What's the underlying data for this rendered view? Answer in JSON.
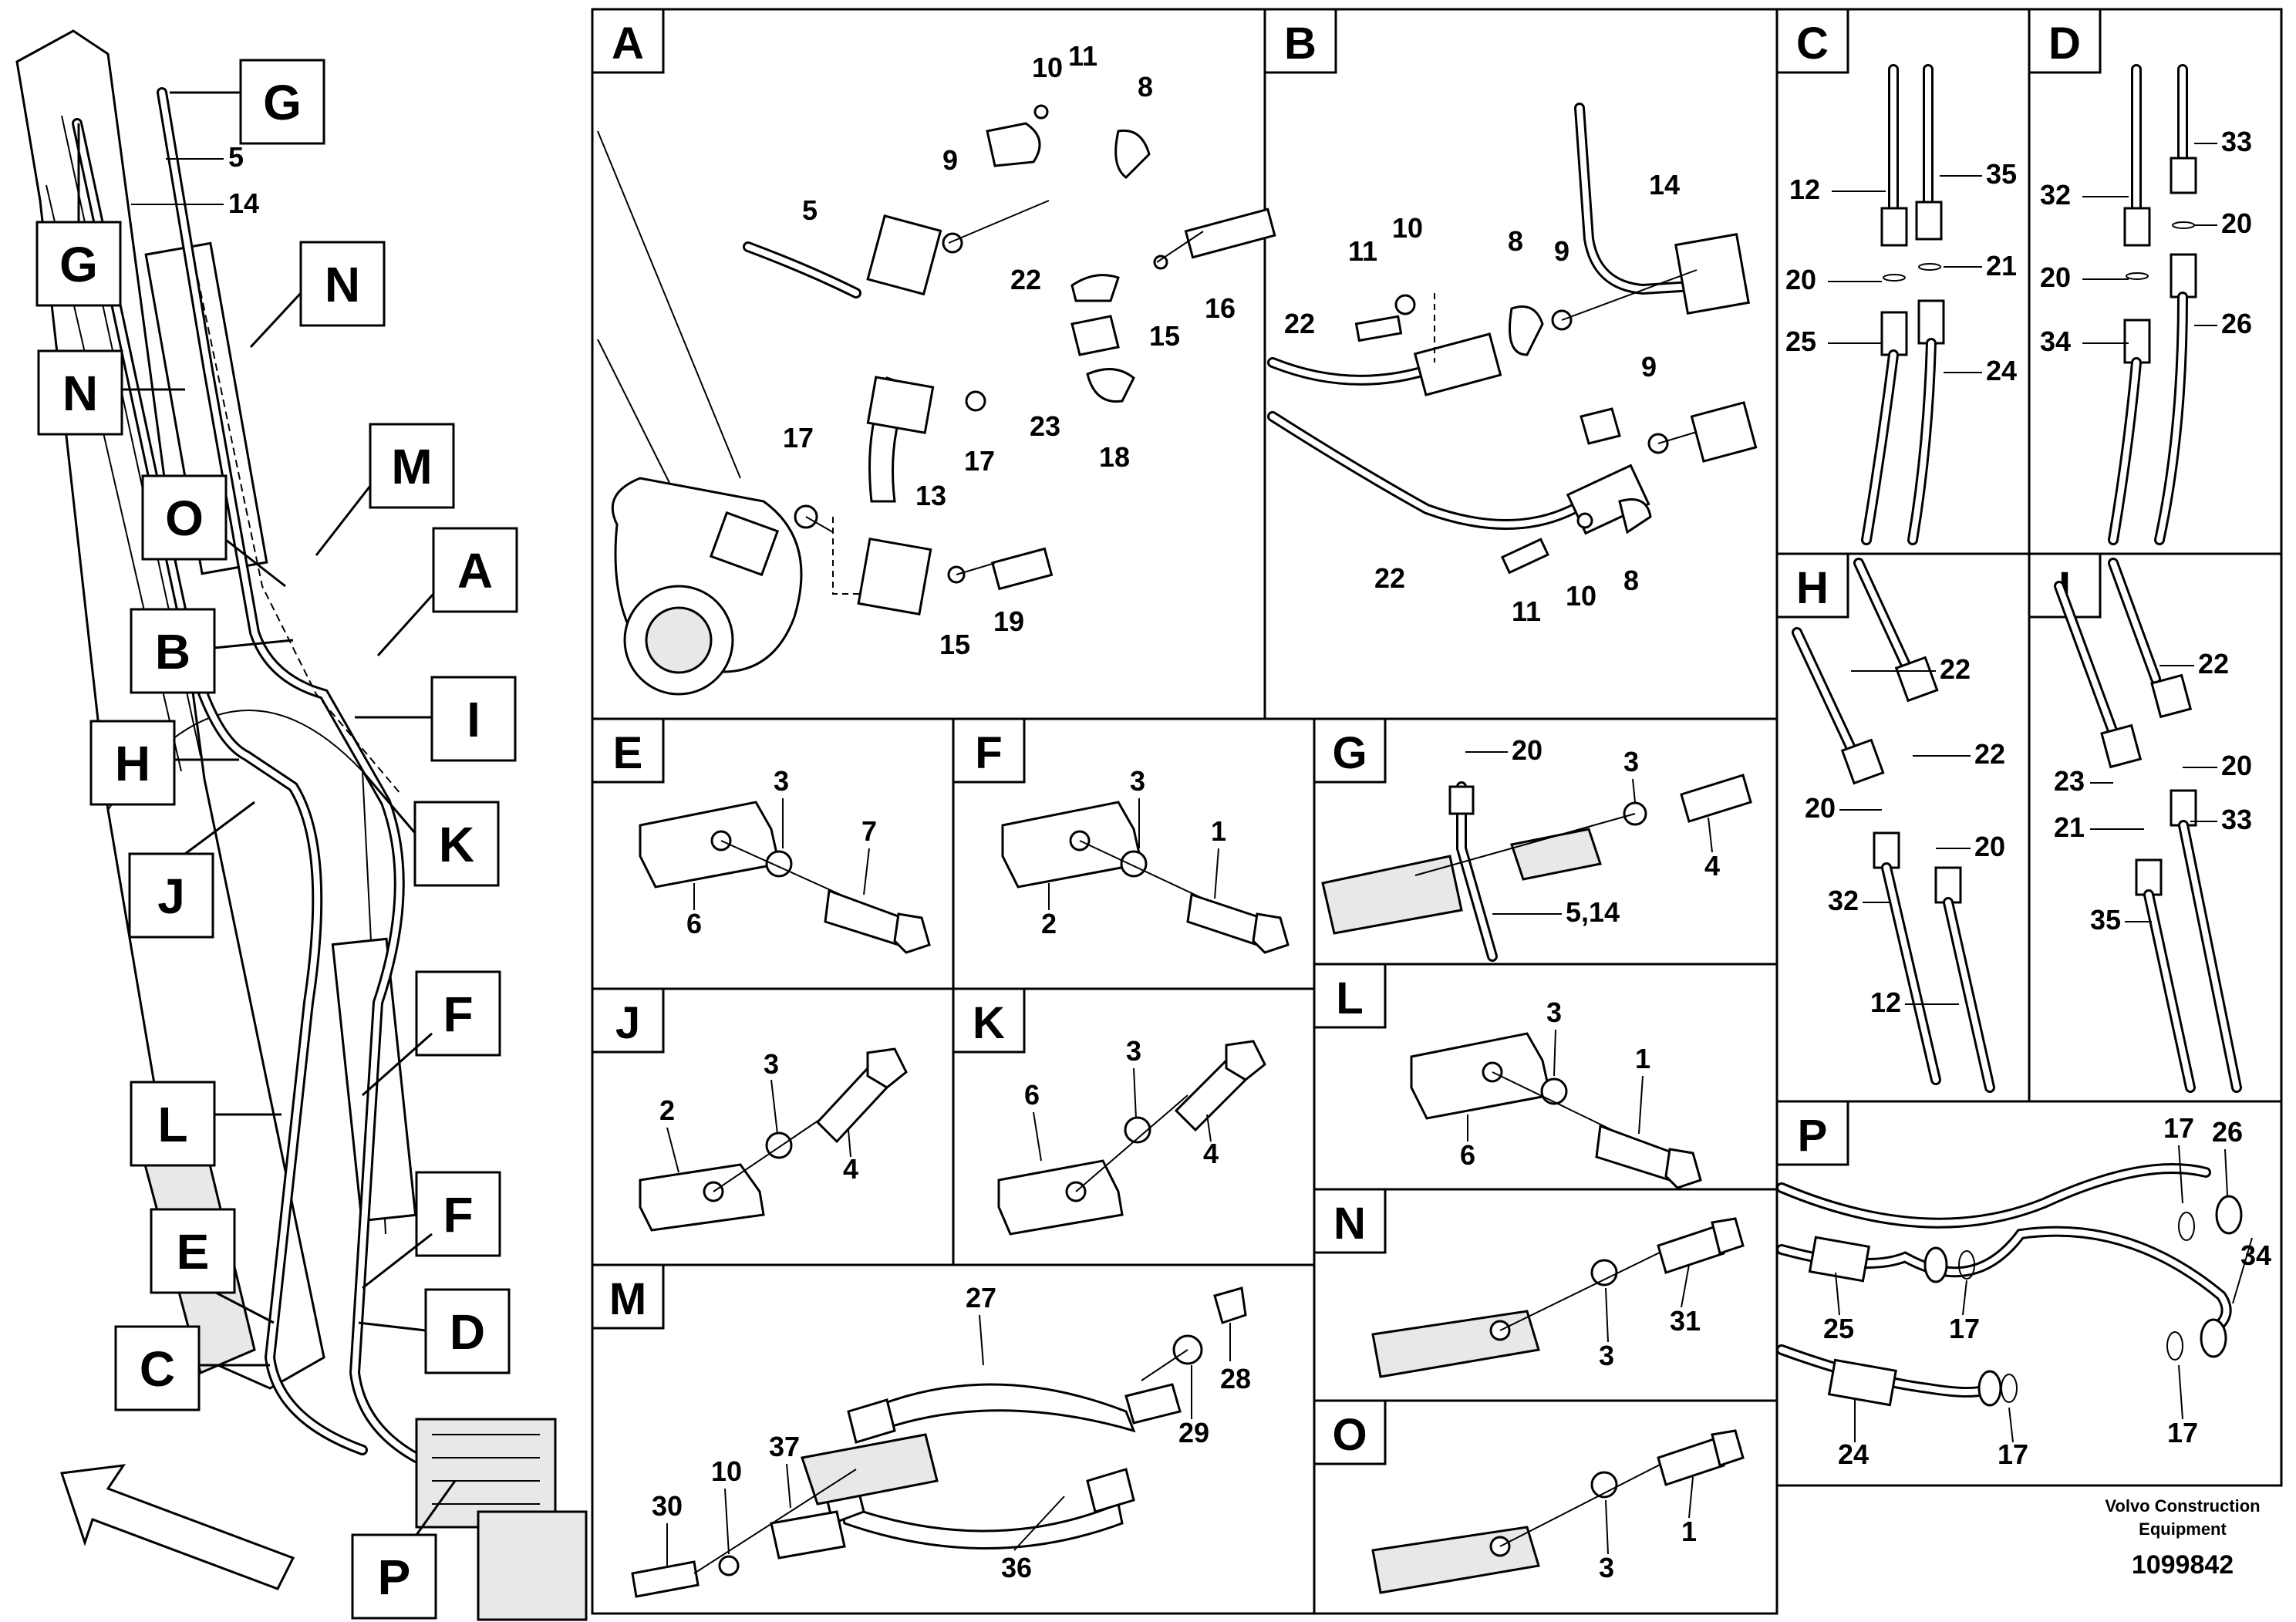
{
  "panels": [
    {
      "letter": "A"
    },
    {
      "letter": "B"
    },
    {
      "letter": "C"
    },
    {
      "letter": "D"
    },
    {
      "letter": "E"
    },
    {
      "letter": "F"
    },
    {
      "letter": "G"
    },
    {
      "letter": "H"
    },
    {
      "letter": "I"
    },
    {
      "letter": "J"
    },
    {
      "letter": "K"
    },
    {
      "letter": "L"
    },
    {
      "letter": "M"
    },
    {
      "letter": "N"
    },
    {
      "letter": "O"
    },
    {
      "letter": "P"
    }
  ],
  "overview": {
    "callouts": [
      "G",
      "G",
      "N",
      "N",
      "O",
      "M",
      "A",
      "B",
      "I",
      "H",
      "K",
      "J",
      "F",
      "L",
      "F",
      "E",
      "D",
      "C",
      "P"
    ],
    "part_labels": [
      "5",
      "14"
    ]
  },
  "panel_A_labels": [
    "10",
    "11",
    "8",
    "9",
    "5",
    "22",
    "16",
    "15",
    "17",
    "23",
    "18",
    "13",
    "17",
    "15",
    "19"
  ],
  "panel_B_labels": [
    "14",
    "10",
    "11",
    "8",
    "9",
    "22",
    "9",
    "22",
    "11",
    "10",
    "8"
  ],
  "panel_C_labels": [
    "12",
    "35",
    "20",
    "21",
    "25",
    "24"
  ],
  "panel_D_labels": [
    "33",
    "32",
    "20",
    "20",
    "26",
    "34"
  ],
  "panel_E_labels": [
    "3",
    "7",
    "6"
  ],
  "panel_F_labels": [
    "3",
    "1",
    "2"
  ],
  "panel_G_labels": [
    "20",
    "3",
    "4",
    "5,14"
  ],
  "panel_H_labels": [
    "22",
    "22",
    "20",
    "20",
    "32",
    "12"
  ],
  "panel_I_labels": [
    "22",
    "23",
    "20",
    "21",
    "33",
    "35"
  ],
  "panel_J_labels": [
    "3",
    "2",
    "4"
  ],
  "panel_K_labels": [
    "3",
    "6",
    "4"
  ],
  "panel_L_labels": [
    "3",
    "1",
    "6"
  ],
  "panel_M_labels": [
    "27",
    "28",
    "29",
    "37",
    "10",
    "30",
    "36"
  ],
  "panel_N_labels": [
    "31",
    "3"
  ],
  "panel_O_labels": [
    "1",
    "3"
  ],
  "panel_P_labels": [
    "17",
    "26",
    "34",
    "25",
    "17",
    "17",
    "24",
    "17"
  ],
  "footer": {
    "company_line1": "Volvo Construction",
    "company_line2": "Equipment",
    "drawing_number": "1099842"
  }
}
